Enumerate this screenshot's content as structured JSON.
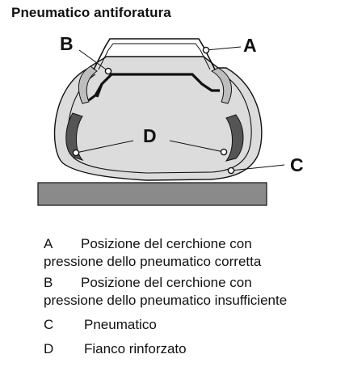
{
  "title": "Pneumatico antiforatura",
  "callouts": {
    "a": "A",
    "b": "B",
    "c": "C",
    "d": "D"
  },
  "legend": [
    {
      "letter": "A",
      "line1": "Posizione del cerchione con",
      "line2": "pressione dello pneumatico corretta"
    },
    {
      "letter": "B",
      "line1": "Posizione del cerchione con",
      "line2": "pressione dello pneumatico insufficiente"
    },
    {
      "letter": "C",
      "text": "Pneumatico"
    },
    {
      "letter": "D",
      "text": "Fianco rinforzato"
    }
  ]
}
